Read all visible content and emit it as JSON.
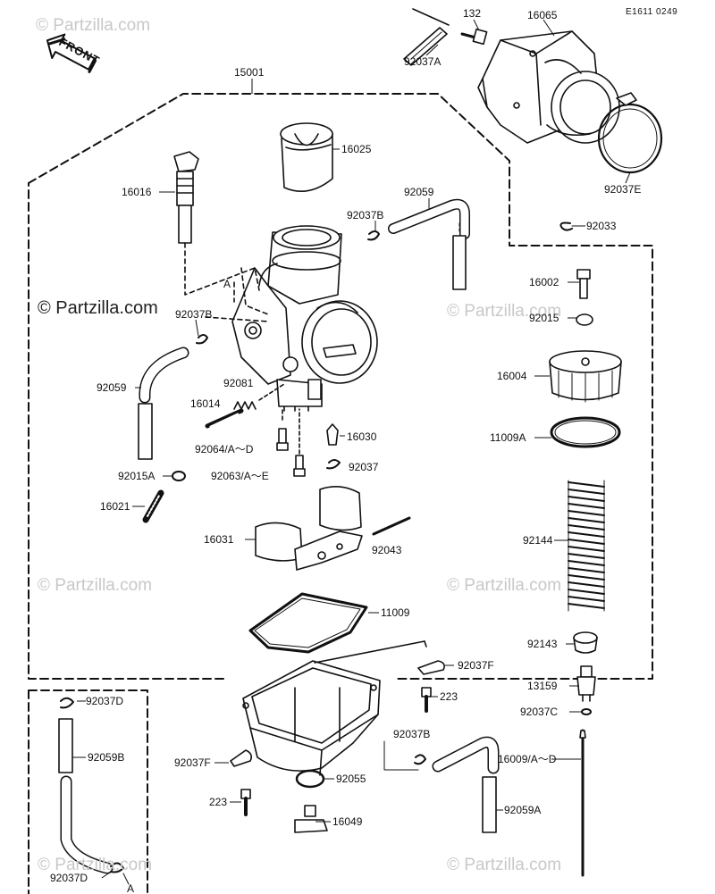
{
  "diagram": {
    "drawing_code": "E1611 0249",
    "front_label": "FRONT",
    "watermark": "© Partzilla.com",
    "watermark_primary": "© Partzilla.com",
    "parts": {
      "p132": "132",
      "p16065": "16065",
      "p92037A": "92037A",
      "p15001": "15001",
      "p16025": "16025",
      "p16016": "16016",
      "p92059_top": "92059",
      "p92037B_top": "92037B",
      "p92037E": "92037E",
      "p92033": "92033",
      "pA_mid": "A",
      "p92037B_mid": "92037B",
      "p16002": "16002",
      "p92015": "92015",
      "p92059_left": "92059",
      "p92081": "92081",
      "p16004": "16004",
      "p16014": "16014",
      "p16030": "16030",
      "p11009A": "11009A",
      "p92064": "92064/A～D",
      "p92037_mid": "92037",
      "p92015A": "92015A",
      "p92063": "92063/A～E",
      "p16021": "16021",
      "p16031": "16031",
      "p92043": "92043",
      "p92144": "92144",
      "p11009": "11009",
      "p92143": "92143",
      "p92037F_right": "92037F",
      "p92037D_top": "92037D",
      "p13159": "13159",
      "p223_top": "223",
      "p92037C": "92037C",
      "p92059B": "92059B",
      "p92037B_low": "92037B",
      "p92037F_left": "92037F",
      "p16009": "16009/A～D",
      "p92055": "92055",
      "p223_low": "223",
      "p92059A": "92059A",
      "p16049": "16049",
      "p92037D_low": "92037D",
      "pA_low": "A"
    }
  }
}
